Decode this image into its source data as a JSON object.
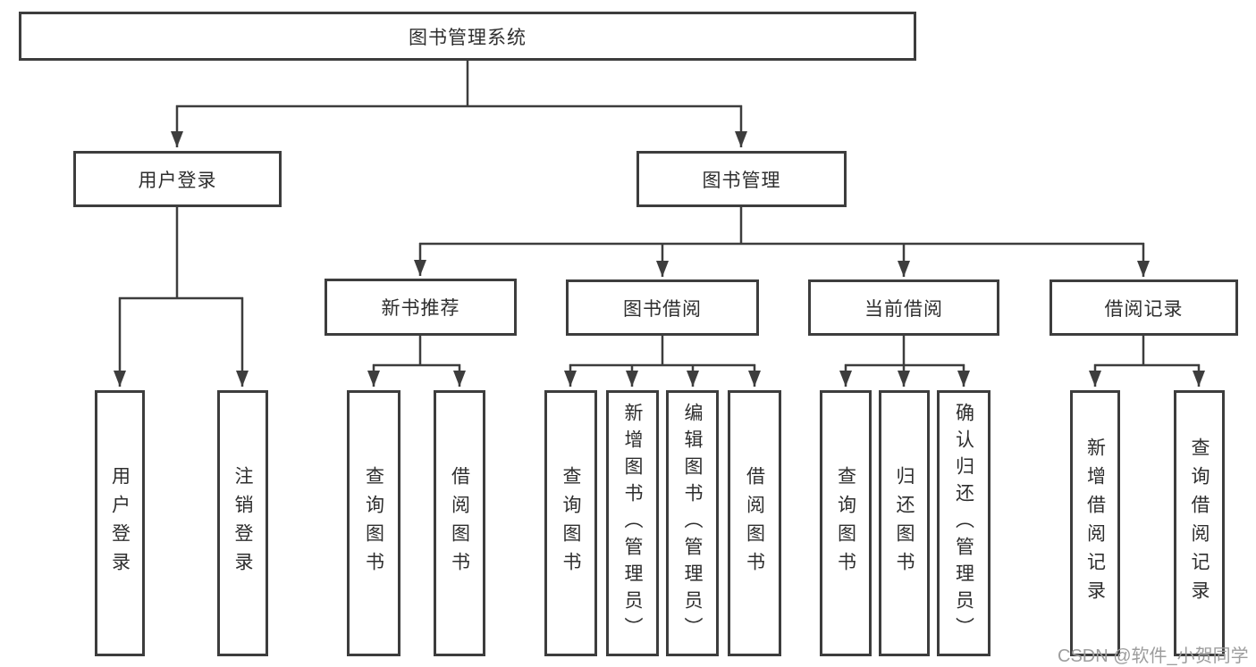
{
  "diagram_title": "图书管理系统",
  "nodes": {
    "root": "图书管理系统",
    "user_login": "用户登录",
    "book_mgmt": "图书管理",
    "new_book_rec": "新书推荐",
    "book_borrow": "图书借阅",
    "current_borrow": "当前借阅",
    "borrow_record": "借阅记录",
    "leaf_user_login": "用户登录",
    "leaf_logout": "注销登录",
    "leaf_nb_query": "查询图书",
    "leaf_nb_borrow": "借阅图书",
    "leaf_bb_query": "查询图书",
    "leaf_bb_add": "新增图书（管理员）",
    "leaf_bb_edit": "编辑图书（管理员）",
    "leaf_bb_borrow": "借阅图书",
    "leaf_cb_query": "查询图书",
    "leaf_cb_return": "归还图书",
    "leaf_cb_confirm": "确认归还（管理员）",
    "leaf_br_add": "新增借阅记录",
    "leaf_br_query": "查询借阅记录"
  },
  "watermark": "CSDN @软件_小贺同学",
  "colors": {
    "line": "#3d3d3d",
    "text": "#2e2e2e",
    "watermark_gray": "#9d9d9d",
    "background": "#ffffff"
  }
}
